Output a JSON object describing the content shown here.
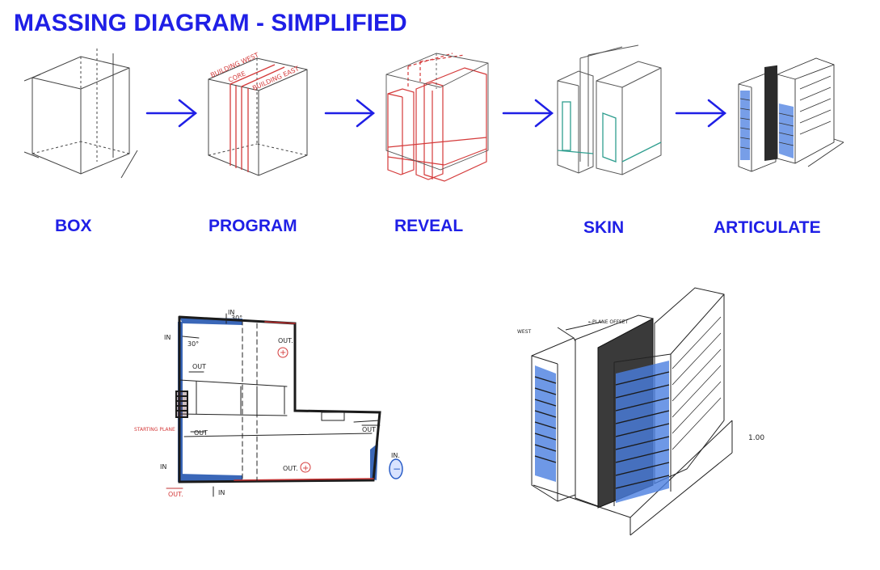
{
  "title": "MASSING DIAGRAM - SIMPLIFIED",
  "stages": [
    {
      "label": "BOX"
    },
    {
      "label": "PROGRAM"
    },
    {
      "label": "REVEAL"
    },
    {
      "label": "SKIN"
    },
    {
      "label": "ARTICULATE"
    }
  ],
  "program_notes": {
    "west": "BUILDING WEST",
    "core": "CORE",
    "east": "BUILDING EAST"
  },
  "plan_notes": {
    "in_top": "IN",
    "deg_top": "30°",
    "in_left": "IN",
    "deg_left": "30°",
    "out_1": "OUT",
    "out_topright": "OUT.",
    "plus_1": "+",
    "starting_plane": "STARTING PLANE",
    "out_2": "OUT",
    "out_right": "OUT",
    "in_bottomleft": "IN",
    "out_bottomleft": "OUT.",
    "in_bottom": "IN",
    "out_bottom": "OUT.",
    "plus_2": "+",
    "in_right": "IN.",
    "minus": "−"
  },
  "elevation_notes": {
    "west_note": "WEST",
    "plane_note": "←PLANE OFFSET",
    "scale_note": "1.00"
  },
  "colors": {
    "accent": "#1f1fe6",
    "ink": "#222222",
    "red": "#d43a3a",
    "teal": "#2f9e8f",
    "glass": "#4a7ee0"
  }
}
